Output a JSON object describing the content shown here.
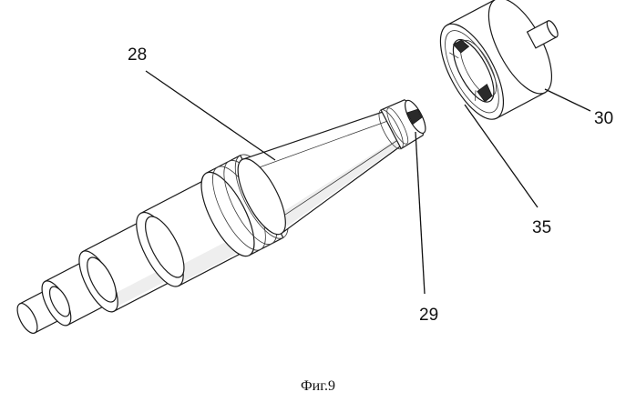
{
  "figure": {
    "caption": "Фиг.9",
    "labels": {
      "ref_28": "28",
      "ref_29": "29",
      "ref_30": "30",
      "ref_35": "35"
    }
  }
}
